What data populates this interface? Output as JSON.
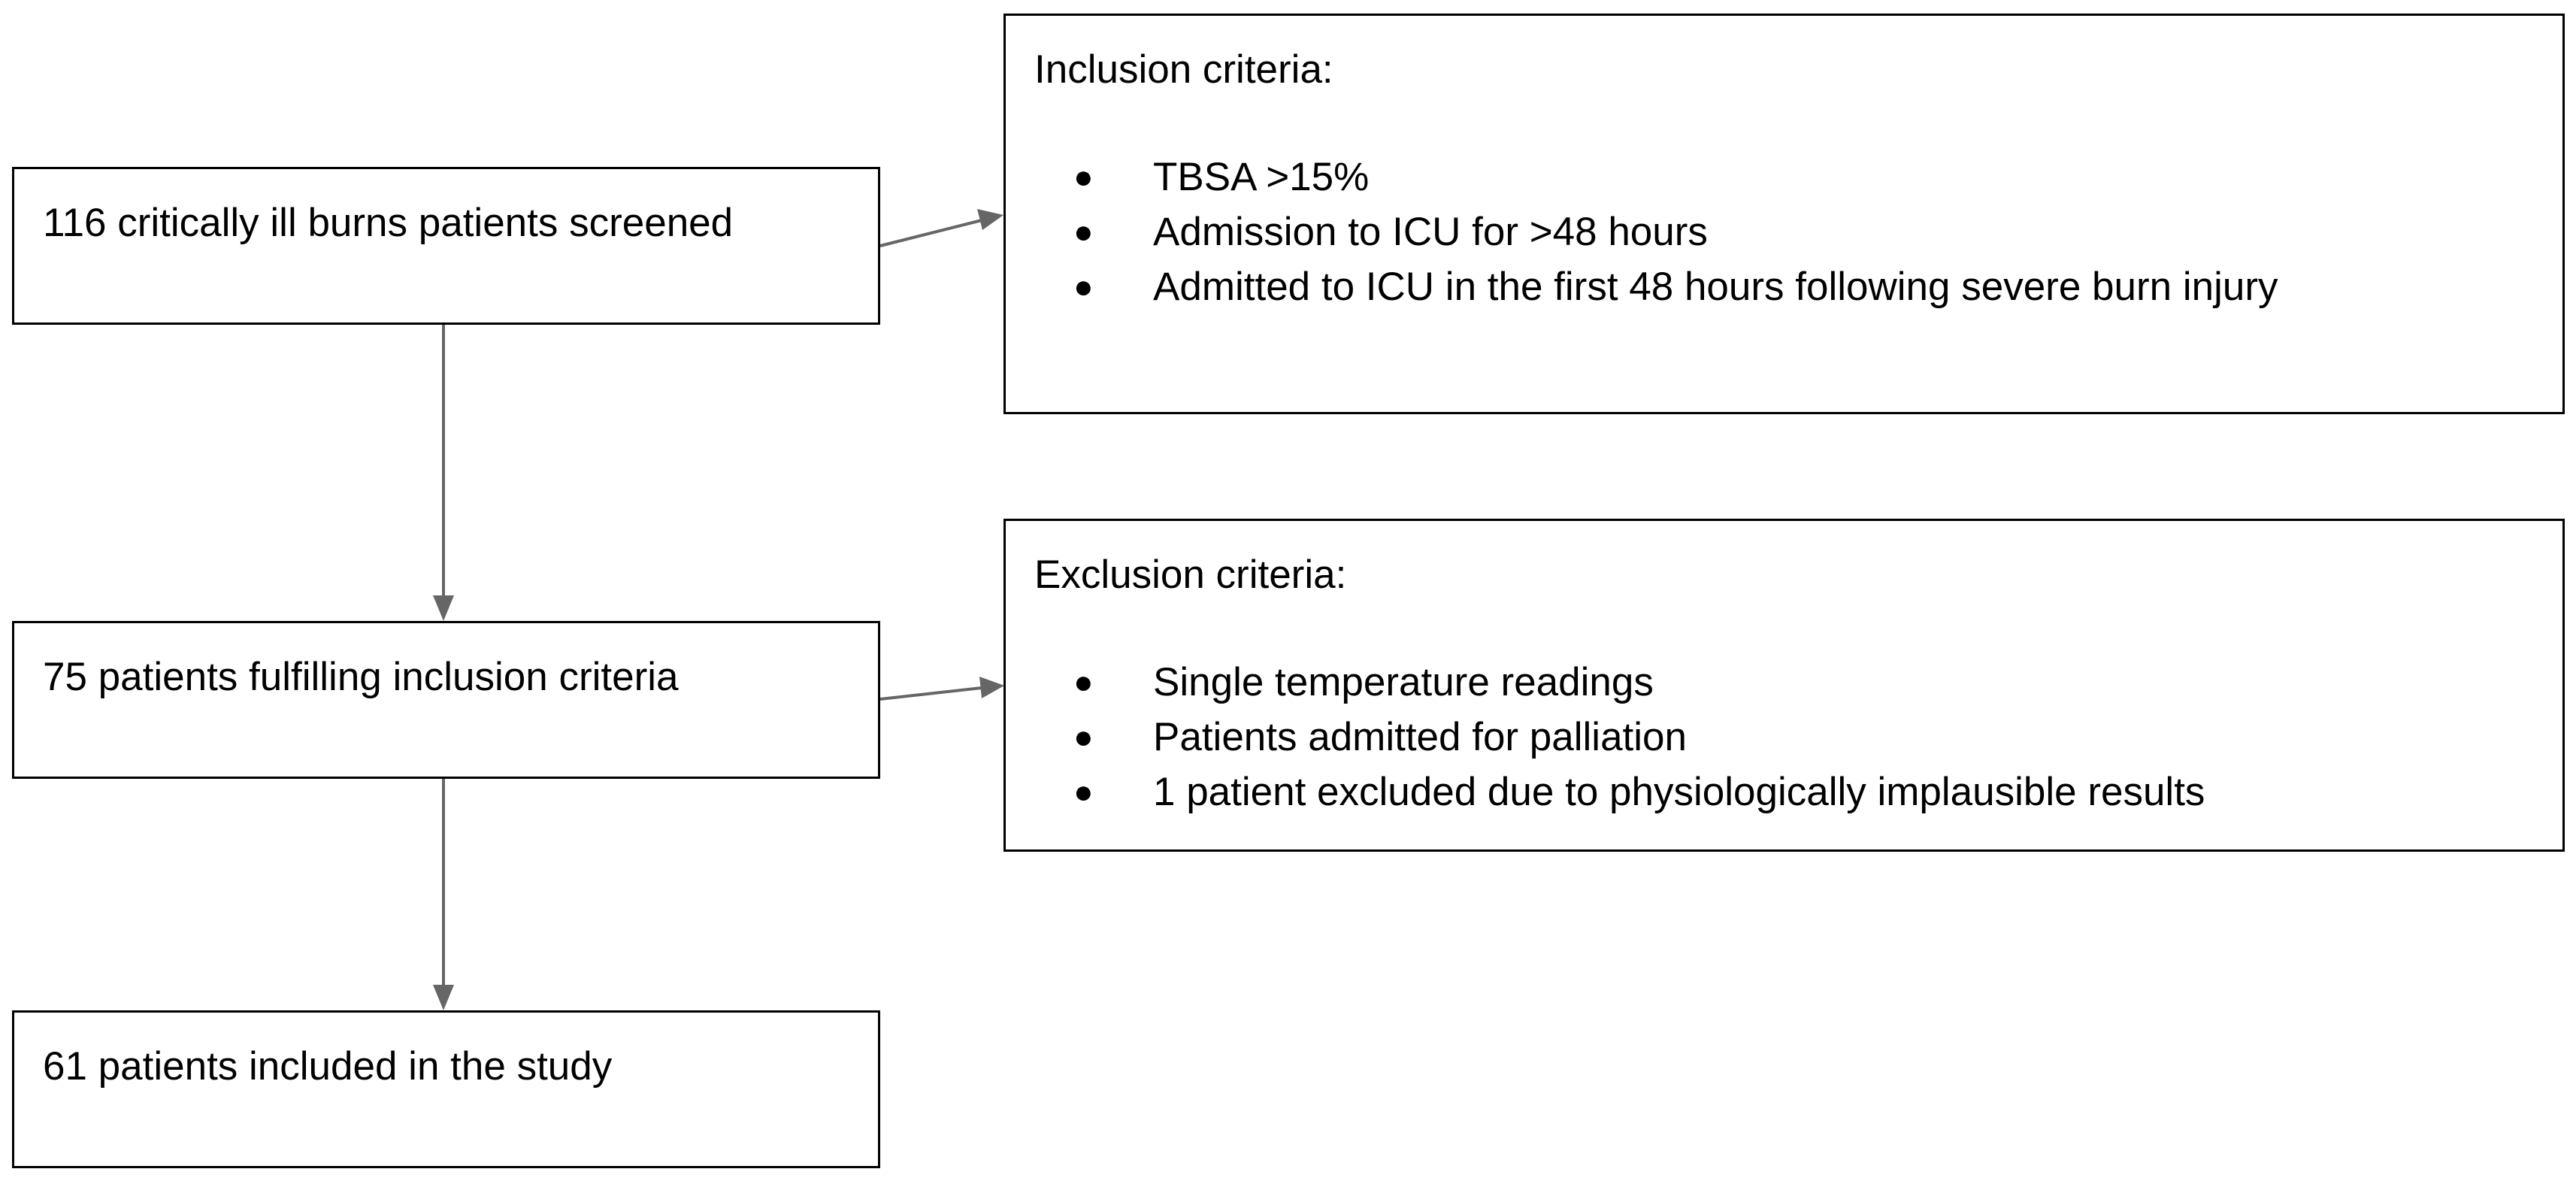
{
  "steps": [
    {
      "id": "screened",
      "text": "116 critically ill burns patients screened"
    },
    {
      "id": "fulfilling",
      "text": "75 patients fulfilling inclusion criteria"
    },
    {
      "id": "included",
      "text": "61 patients included in the study"
    }
  ],
  "inclusion": {
    "title": "Inclusion criteria:",
    "items": [
      "TBSA >15%",
      "Admission to ICU for >48 hours",
      "Admitted to ICU in the first 48 hours following severe burn injury"
    ]
  },
  "exclusion": {
    "title": "Exclusion criteria:",
    "items": [
      "Single temperature readings",
      "Patients admitted for palliation",
      "1 patient excluded due to physiologically implausible results"
    ]
  },
  "bullet_glyph": "●",
  "colors": {
    "box_border": "#000000",
    "arrow": "#666666",
    "text": "#000000"
  }
}
